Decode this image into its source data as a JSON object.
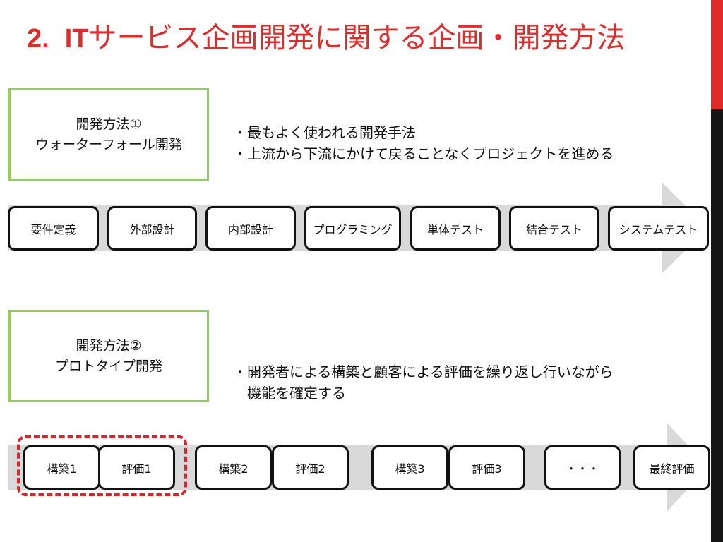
{
  "title": {
    "number": "2.",
    "prefix": "IT",
    "text": "サービス企画開発に関する企画・開発方法"
  },
  "method1": {
    "line1": "開発方法①",
    "line2": "ウォーターフォール開発",
    "desc": [
      "・最もよく使われる開発手法",
      "・上流から下流にかけて戻ることなくプロジェクトを進める"
    ],
    "steps": [
      "要件定義",
      "外部設計",
      "内部設計",
      "プログラミング",
      "単体テスト",
      "結合テスト",
      "システムテスト"
    ]
  },
  "method2": {
    "line1": "開発方法②",
    "line2": "プロトタイプ開発",
    "desc": [
      "・開発者による構築と顧客による評価を繰り返し行いながら",
      "機能を確定する"
    ],
    "steps": [
      "構築1",
      "評価1",
      "構築2",
      "評価2",
      "構築3",
      "評価3",
      "・・・",
      "最終評価"
    ]
  },
  "colors": {
    "accent_red": "#e02b2b",
    "box_green": "#92d050",
    "band_gray": "#d9d9d9",
    "highlight_red": "#d9252b"
  }
}
